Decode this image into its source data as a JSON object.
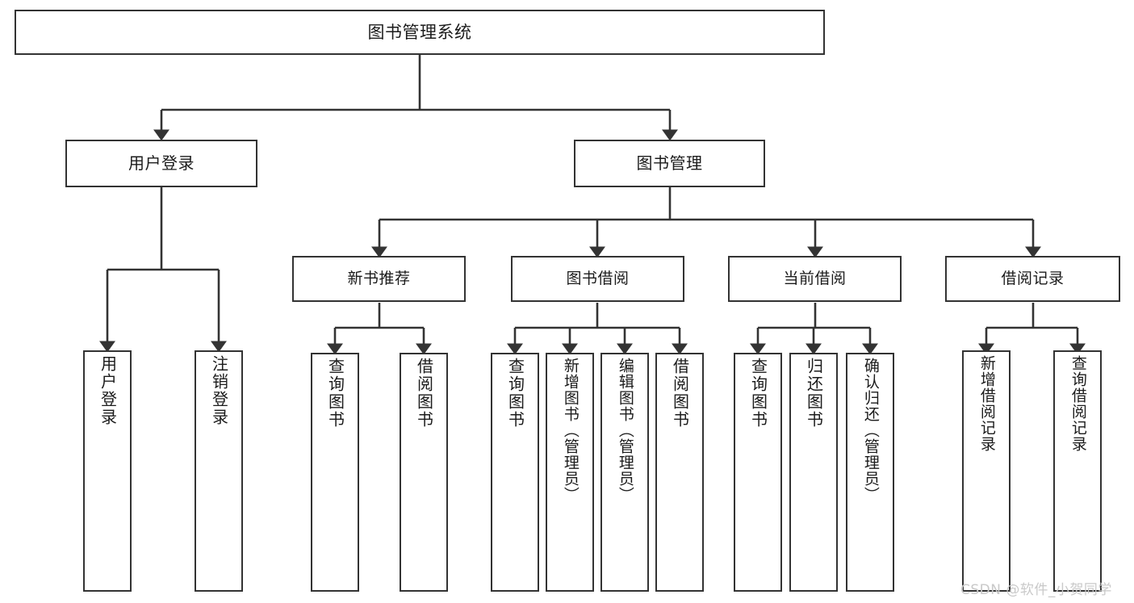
{
  "diagram": {
    "title": "图书管理系统",
    "type": "tree-hierarchy-chart",
    "background_color": "#ffffff",
    "border_color": "#333333",
    "text_color": "#1b1b1b"
  },
  "root": {
    "label": "图书管理系统"
  },
  "level2": [
    {
      "label": "用户登录"
    },
    {
      "label": "图书管理"
    }
  ],
  "level3": [
    {
      "label": "新书推荐"
    },
    {
      "label": "图书借阅"
    },
    {
      "label": "当前借阅"
    },
    {
      "label": "借阅记录"
    }
  ],
  "leaves": {
    "user_login": [
      {
        "label": "用户登录"
      },
      {
        "label": "注销登录"
      }
    ],
    "new_book_recommend": [
      {
        "label": "查询图书"
      },
      {
        "label": "借阅图书"
      }
    ],
    "book_borrow": [
      {
        "label": "查询图书"
      },
      {
        "label": "新增图书（管理员）"
      },
      {
        "label": "编辑图书（管理员）"
      },
      {
        "label": "借阅图书"
      }
    ],
    "current_borrow": [
      {
        "label": "查询图书"
      },
      {
        "label": "归还图书"
      },
      {
        "label": "确认归还（管理员）"
      }
    ],
    "borrow_record": [
      {
        "label": "新增借阅记录"
      },
      {
        "label": "查询借阅记录"
      }
    ]
  },
  "watermark": {
    "text": "CSDN @软件_小贺同学",
    "color": "#c9c9c9"
  }
}
